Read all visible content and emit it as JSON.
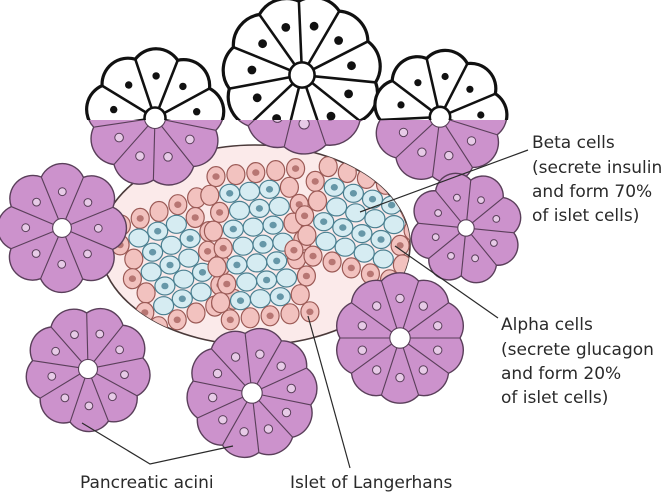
{
  "labels": {
    "beta_line1": "Beta cells",
    "beta_line2": "(secrete insulin",
    "beta_line3": "and form 70%",
    "beta_line4": "of islet cells)",
    "alpha_line1": "Alpha cells",
    "alpha_line2": "(secrete glucagon",
    "alpha_line3": "and form 20%",
    "alpha_line4": "of islet cells)",
    "acini": "Pancreatic acini",
    "islet": "Islet of Langerhans"
  },
  "colors": {
    "acinus_fill": "#cc92cc",
    "acinus_stroke": "#5a3f5a",
    "islet_fill": "#fbeaea",
    "beta_fill": "#d6ecf2",
    "beta_stroke": "#4a7f90",
    "alpha_fill": "#f2c2bf",
    "alpha_stroke": "#9b5a56",
    "outline": "#1a1a1a"
  }
}
